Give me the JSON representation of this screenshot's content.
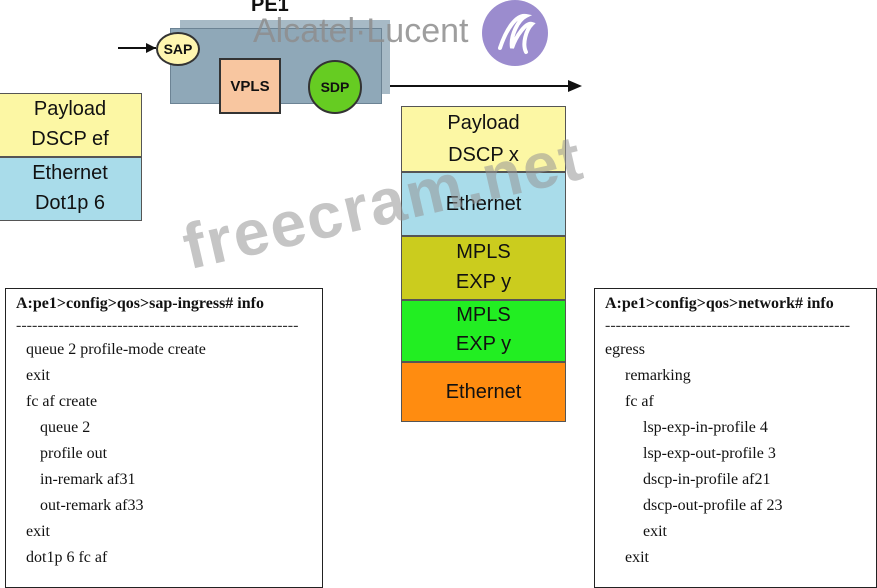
{
  "diagram": {
    "pe_label": "PE1",
    "vpls_label": "VPLS",
    "sap_label": "SAP",
    "sdp_label": "SDP",
    "logo_text": "Alcatel·Lucent"
  },
  "left_stack": [
    {
      "lines": [
        "Payload",
        "DSCP ef"
      ],
      "color": "#fcf7a4"
    },
    {
      "lines": [
        "Ethernet",
        "Dot1p 6"
      ],
      "color": "#a9dcea"
    }
  ],
  "right_stack": [
    {
      "lines": [
        "Payload",
        "DSCP x"
      ],
      "color": "#fcf7a4"
    },
    {
      "lines": [
        "Ethernet"
      ],
      "color": "#a9dcea"
    },
    {
      "lines": [
        "MPLS",
        "EXP y"
      ],
      "color": "#cbcc1e"
    },
    {
      "lines": [
        "MPLS",
        "EXP y"
      ],
      "color": "#22ee22"
    },
    {
      "lines": [
        "Ethernet"
      ],
      "color": "#ff8c10"
    }
  ],
  "panel_left": {
    "header": "A:pe1>config>qos>sap-ingress# info",
    "separator": "-----------------------------------------------------",
    "lines": [
      {
        "text": "queue 2 profile-mode create",
        "indent": 1
      },
      {
        "text": "exit",
        "indent": 1
      },
      {
        "text": "fc af create",
        "indent": 1
      },
      {
        "text": "queue 2",
        "indent": 2
      },
      {
        "text": "profile out",
        "indent": 2
      },
      {
        "text": "in-remark af31",
        "indent": 2
      },
      {
        "text": "out-remark af33",
        "indent": 2
      },
      {
        "text": "exit",
        "indent": 1
      },
      {
        "text": "dot1p 6 fc af",
        "indent": 1
      }
    ]
  },
  "panel_right": {
    "header": "A:pe1>config>qos>network# info",
    "separator": "----------------------------------------------",
    "lines": [
      {
        "text": "egress",
        "indent": 1
      },
      {
        "text": "remarking",
        "indent": 2
      },
      {
        "text": "fc af",
        "indent": 2
      },
      {
        "text": "lsp-exp-in-profile 4",
        "indent": 3
      },
      {
        "text": "lsp-exp-out-profile 3",
        "indent": 3
      },
      {
        "text": "dscp-in-profile af21",
        "indent": 3
      },
      {
        "text": "dscp-out-profile af 23",
        "indent": 3
      },
      {
        "text": "exit",
        "indent": 3
      },
      {
        "text": "exit",
        "indent": 2
      }
    ]
  },
  "watermark": "freecram.net"
}
